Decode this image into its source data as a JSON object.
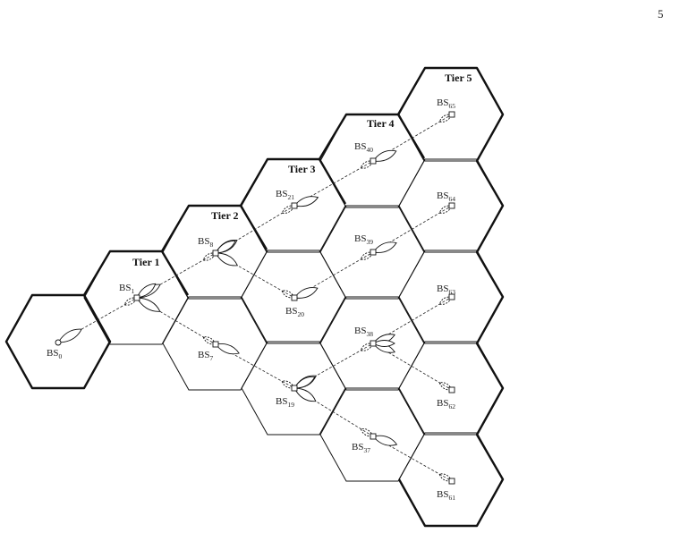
{
  "page_number": "5",
  "tiers": [
    {
      "label": "Tier 1"
    },
    {
      "label": "Tier 2"
    },
    {
      "label": "Tier 3"
    },
    {
      "label": "Tier 4"
    },
    {
      "label": "Tier 5"
    }
  ],
  "base_stations": [
    {
      "prefix": "BS",
      "index": "0"
    },
    {
      "prefix": "BS",
      "index": "1"
    },
    {
      "prefix": "BS",
      "index": "7"
    },
    {
      "prefix": "BS",
      "index": "8"
    },
    {
      "prefix": "BS",
      "index": "20"
    },
    {
      "prefix": "BS",
      "index": "19"
    },
    {
      "prefix": "BS",
      "index": "21"
    },
    {
      "prefix": "BS",
      "index": "39"
    },
    {
      "prefix": "BS",
      "index": "38"
    },
    {
      "prefix": "BS",
      "index": "37"
    },
    {
      "prefix": "BS",
      "index": "40"
    },
    {
      "prefix": "BS",
      "index": "65"
    },
    {
      "prefix": "BS",
      "index": "64"
    },
    {
      "prefix": "BS",
      "index": "63"
    },
    {
      "prefix": "BS",
      "index": "62"
    },
    {
      "prefix": "BS",
      "index": "61"
    }
  ]
}
